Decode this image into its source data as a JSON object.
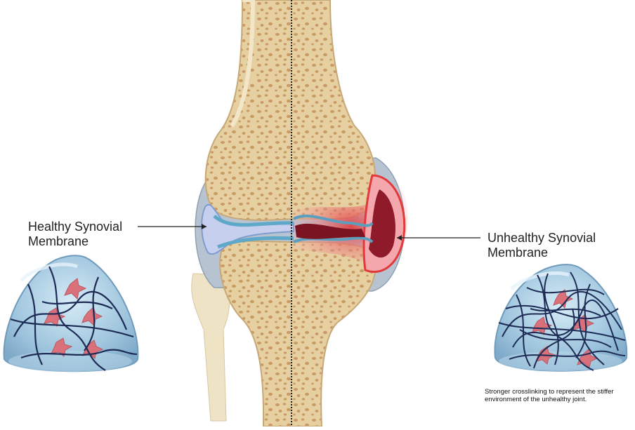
{
  "labels": {
    "healthy_line1": "Healthy Synovial",
    "healthy_line2": "Membrane",
    "unhealthy_line1": "Unhealthy Synovial",
    "unhealthy_line2": "Membrane",
    "caption_line1": "Stronger crosslinking to represent the stiffer",
    "caption_line2": "environment of the  unhealthy joint."
  },
  "colors": {
    "bone": "#e6cfa0",
    "bone_dark": "#b8864e",
    "cartilage_light_blue": "#a9c6e6",
    "membrane_healthy": "#c7cfee",
    "inflamed_red": "#e23a3a",
    "inflamed_pink": "#f4b8b8",
    "hydrogel_blue": "#9cc3dc",
    "cell_pink": "#d9707a",
    "fiber_navy": "#1d2b55"
  }
}
